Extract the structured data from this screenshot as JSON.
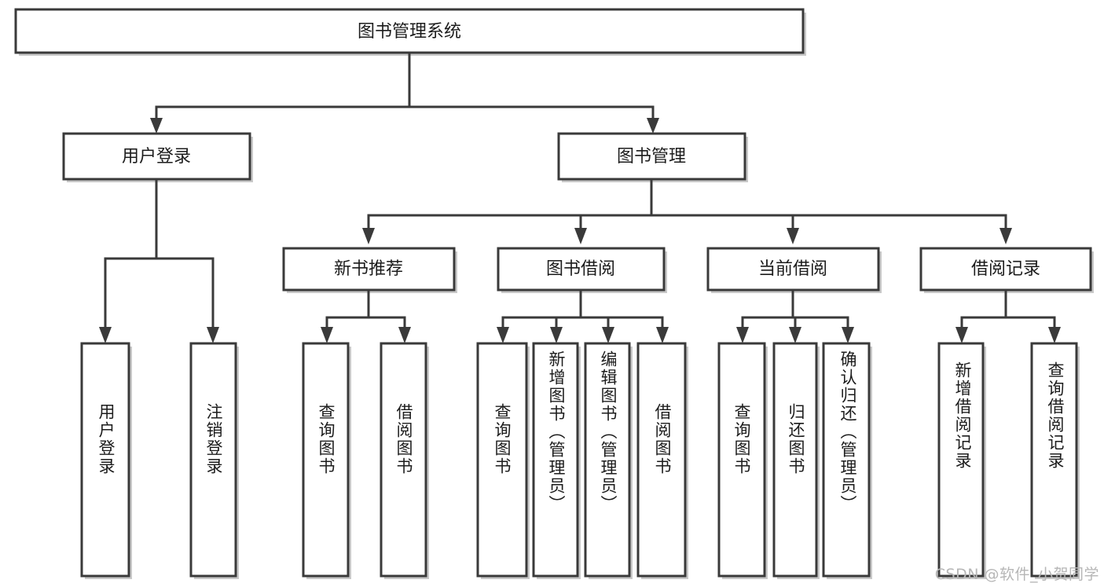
{
  "diagram": {
    "title": "图书管理系统",
    "type": "tree-hierarchy",
    "watermark": "CSDN @软件_小贺同学",
    "colors": {
      "box_stroke": "#3a3a3a",
      "box_fill": "#ffffff",
      "text": "#1c1c1c",
      "watermark": "#b6b6b6",
      "background": "#ffffff"
    },
    "root": {
      "label": "图书管理系统"
    },
    "level2": [
      {
        "label": "用户登录"
      },
      {
        "label": "图书管理"
      }
    ],
    "level3": [
      {
        "label": "新书推荐"
      },
      {
        "label": "图书借阅"
      },
      {
        "label": "当前借阅"
      },
      {
        "label": "借阅记录"
      }
    ],
    "leaves": {
      "user_login": [
        {
          "label": "用户登录"
        },
        {
          "label": "注销登录"
        }
      ],
      "new_book_recommend": [
        {
          "label": "查询图书"
        },
        {
          "label": "借阅图书"
        }
      ],
      "book_borrow": [
        {
          "label": "查询图书"
        },
        {
          "label": "新增图书（管理员）"
        },
        {
          "label": "编辑图书（管理员）"
        },
        {
          "label": "借阅图书"
        }
      ],
      "current_borrow": [
        {
          "label": "查询图书"
        },
        {
          "label": "归还图书"
        },
        {
          "label": "确认归还（管理员）"
        }
      ],
      "borrow_record": [
        {
          "label": "新增借阅记录"
        },
        {
          "label": "查询借阅记录"
        }
      ]
    }
  }
}
